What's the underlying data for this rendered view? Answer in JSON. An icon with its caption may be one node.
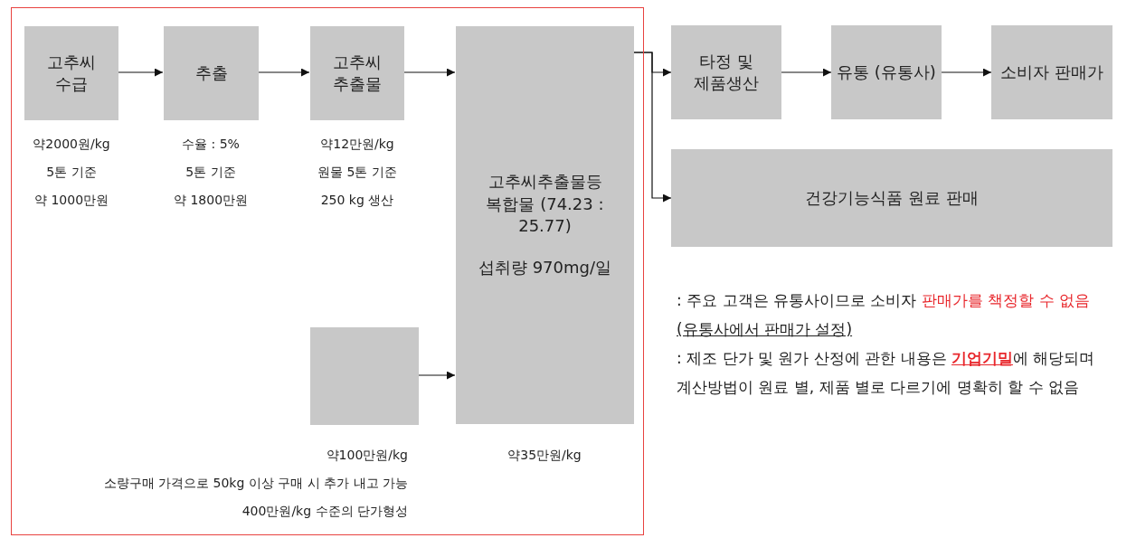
{
  "diagram": {
    "nodes": [
      {
        "text": [],
        "shape": "box"
      },
      {
        "text": [
          "고추씨 수급"
        ],
        "in": 0,
        "beside": [
          "약2000원/kg",
          "5톤 기준",
          "약 1000만원"
        ]
      },
      {
        "text": [
          "추출"
        ],
        "in": 0,
        "beside": [
          "수율 : 5%",
          "5톤 기준",
          "약 1800만원"
        ]
      },
      {
        "text": [
          "고추씨 추출물"
        ],
        "in": 0,
        "beside": [
          "약12만원/kg",
          "원물 5톤 기준",
          "250 kg 생산"
        ]
      },
      {
        "text": [
          "고추씨추출물등 복합물 (74.23 : 25.77)",
          "섭취량 970mg/일"
        ],
        "in": 0,
        "beside": [
          "약35만원/kg"
        ]
      },
      {
        "text": [],
        "shape": "box",
        "in": 0,
        "beside": [
          "약100만원/kg",
          "소량구매 가격으로 50kg 이상 구매 시 추가 내고 가능",
          "400만원/kg 수준의 단가형성"
        ]
      },
      {
        "text": [
          "타정 및 제품생산"
        ]
      },
      {
        "text": [
          "유통 (유통사)"
        ]
      },
      {
        "text": [
          "소비자 판매가"
        ]
      },
      {
        "text": [
          "건강기능식품 원료 판매"
        ]
      }
    ],
    "edges": [
      {
        "from": 1,
        "to": 2,
        "arrow": "to"
      },
      {
        "from": 2,
        "to": 3,
        "arrow": "to"
      },
      {
        "from": 3,
        "to": 4,
        "arrow": "to"
      },
      {
        "from": 5,
        "to": 4,
        "arrow": "to"
      },
      {
        "from": 4,
        "to": 6,
        "arrow": "to"
      },
      {
        "from": 4,
        "to": 9,
        "arrow": "to"
      },
      {
        "from": 6,
        "to": 7,
        "arrow": "to"
      },
      {
        "from": 7,
        "to": 8,
        "arrow": "to"
      }
    ],
    "labels": [
      ": 주요 고객은 유통사이므로 소비자",
      "판매가를 책정할 수 없음",
      "(유통사에서 판매가 설정)",
      ": 제조 단가 및 원가 산정에 관한 내용은",
      "기업기밀",
      "에 해당되며 계산방법이 원료 별, 제품 별로 다르기에 명확히 할 수 없음"
    ]
  }
}
